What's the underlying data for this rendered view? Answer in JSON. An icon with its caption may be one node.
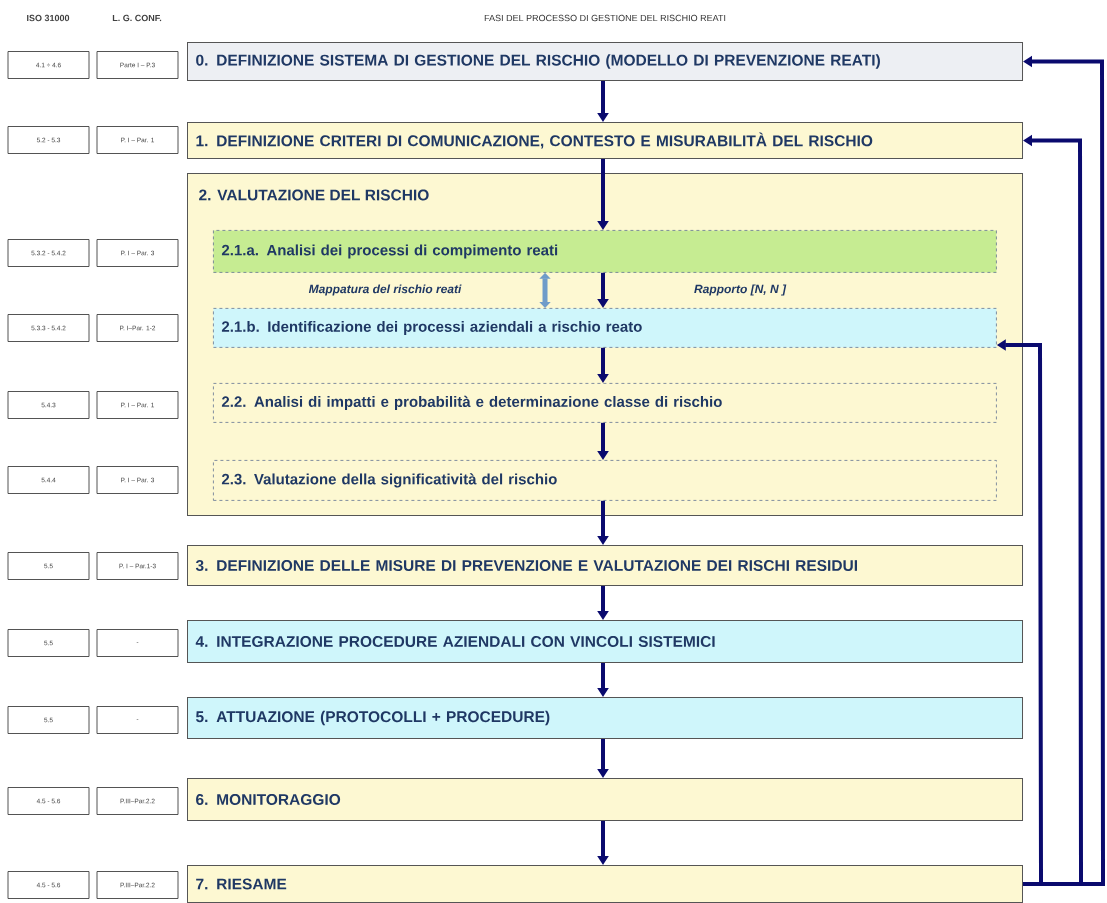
{
  "diagram": {
    "title": "FASI DEL PROCESSO DI GESTIONE DEL RISCHIO REATI",
    "nodes": [
      {
        "text": [
          "0. DEFINIZIONE SISTEMA DI GESTIONE DEL RISCHIO (MODELLO DI PREVENZIONE REATI)"
        ]
      },
      {
        "text": [
          "1. DEFINIZIONE CRITERI DI COMUNICAZIONE, CONTESTO E MISURABILITÀ DEL RISCHIO"
        ]
      },
      {
        "text": [
          "2. VALUTAZIONE DEL RISCHIO"
        ]
      },
      {
        "text": [
          "2.1.a. Analisi dei processi di compimento reati"
        ],
        "in": 2
      },
      {
        "text": [
          "2.1.b. Identificazione dei processi aziendali a rischio reato"
        ],
        "in": 2
      },
      {
        "text": [
          "2.2. Analisi di impatti e probabilità e determinazione classe di rischio"
        ],
        "in": 2
      },
      {
        "text": [
          "2.3. Valutazione della significatività del rischio"
        ],
        "in": 2
      },
      {
        "text": [
          "3. DEFINIZIONE DELLE MISURE DI PREVENZIONE E VALUTAZIONE DEI RISCHI RESIDUI"
        ]
      },
      {
        "text": [
          "4. INTEGRAZIONE PROCEDURE AZIENDALI CON VINCOLI SISTEMICI"
        ]
      },
      {
        "text": [
          "5. ATTUAZIONE (PROTOCOLLI + PROCEDURE)"
        ]
      },
      {
        "text": [
          "6. MONITORAGGIO"
        ]
      },
      {
        "text": [
          "7. RIESAME"
        ]
      },
      {
        "text": [
          "4.1 ÷ 4.6"
        ]
      },
      {
        "text": [
          "Parte I – P.3"
        ]
      },
      {
        "text": [
          "5.2 - 5.3"
        ]
      },
      {
        "text": [
          "P. I – Par. 1"
        ]
      },
      {
        "text": [
          "5.3.2 - 5.4.2"
        ]
      },
      {
        "text": [
          "P. I – Par. 3"
        ]
      },
      {
        "text": [
          "5.3.3 - 5.4.2"
        ]
      },
      {
        "text": [
          "P. I–Par. 1-2"
        ]
      },
      {
        "text": [
          "5.4.3"
        ]
      },
      {
        "text": [
          "P. I – Par. 1"
        ]
      },
      {
        "text": [
          "5.4.4"
        ]
      },
      {
        "text": [
          "P. I – Par. 3"
        ]
      },
      {
        "text": [
          "5.5"
        ]
      },
      {
        "text": [
          "P. I – Par.1-3"
        ]
      },
      {
        "text": [
          "5.5"
        ]
      },
      {
        "text": [
          "-"
        ]
      },
      {
        "text": [
          "5.5"
        ]
      },
      {
        "text": [
          "-"
        ]
      },
      {
        "text": [
          "4.5 - 5.6"
        ]
      },
      {
        "text": [
          "P.III–Par.2.2"
        ]
      },
      {
        "text": [
          "4.5 - 5.6"
        ]
      },
      {
        "text": [
          "P.III–Par.2.2"
        ]
      }
    ],
    "edges": [
      {
        "from": 0,
        "to": 1,
        "arrow": "to"
      },
      {
        "from": 1,
        "to": 3,
        "arrow": "to"
      },
      {
        "from": 3,
        "to": 4,
        "arrow": "to"
      },
      {
        "from": 3,
        "to": 4,
        "arrow": "both",
        "color": "#6f9cc9"
      },
      {
        "from": 4,
        "to": 5,
        "arrow": "to"
      },
      {
        "from": 5,
        "to": 6,
        "arrow": "to"
      },
      {
        "from": 6,
        "to": 7,
        "arrow": "to"
      },
      {
        "from": 7,
        "to": 8,
        "arrow": "to"
      },
      {
        "from": 8,
        "to": 9,
        "arrow": "to"
      },
      {
        "from": 9,
        "to": 10,
        "arrow": "to"
      },
      {
        "from": 10,
        "to": 11,
        "arrow": "to"
      },
      {
        "from": 11,
        "to": 4,
        "arrow": "to"
      },
      {
        "from": 11,
        "to": 1,
        "arrow": "to"
      },
      {
        "from": 11,
        "to": 0,
        "arrow": "to"
      }
    ],
    "labels": [
      "ISO 31000",
      "L. G. CONF.",
      "Mappatura del rischio reati",
      "Rapporto [N, N ]"
    ]
  }
}
